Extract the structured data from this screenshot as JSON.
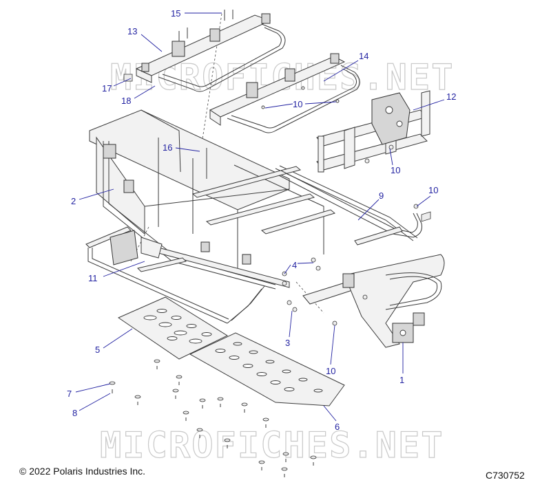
{
  "watermark": "MICROFICHES.NET",
  "callouts": {
    "c1": "1",
    "c2": "2",
    "c3": "3",
    "c4": "4",
    "c5": "5",
    "c6": "6",
    "c7": "7",
    "c8": "8",
    "c9": "9",
    "c10a": "10",
    "c10b": "10",
    "c10c": "10",
    "c10d": "10",
    "c11": "11",
    "c12": "12",
    "c13": "13",
    "c14": "14",
    "c15": "15",
    "c16": "16",
    "c17": "17",
    "c18": "18"
  },
  "footer": {
    "copyright": "© 2022 Polaris Industries Inc.",
    "drawing_number": "C730752"
  },
  "colors": {
    "callout": "#1f1fa0",
    "line_art": "#3a3a3a",
    "watermark": "#c8c8c8"
  }
}
